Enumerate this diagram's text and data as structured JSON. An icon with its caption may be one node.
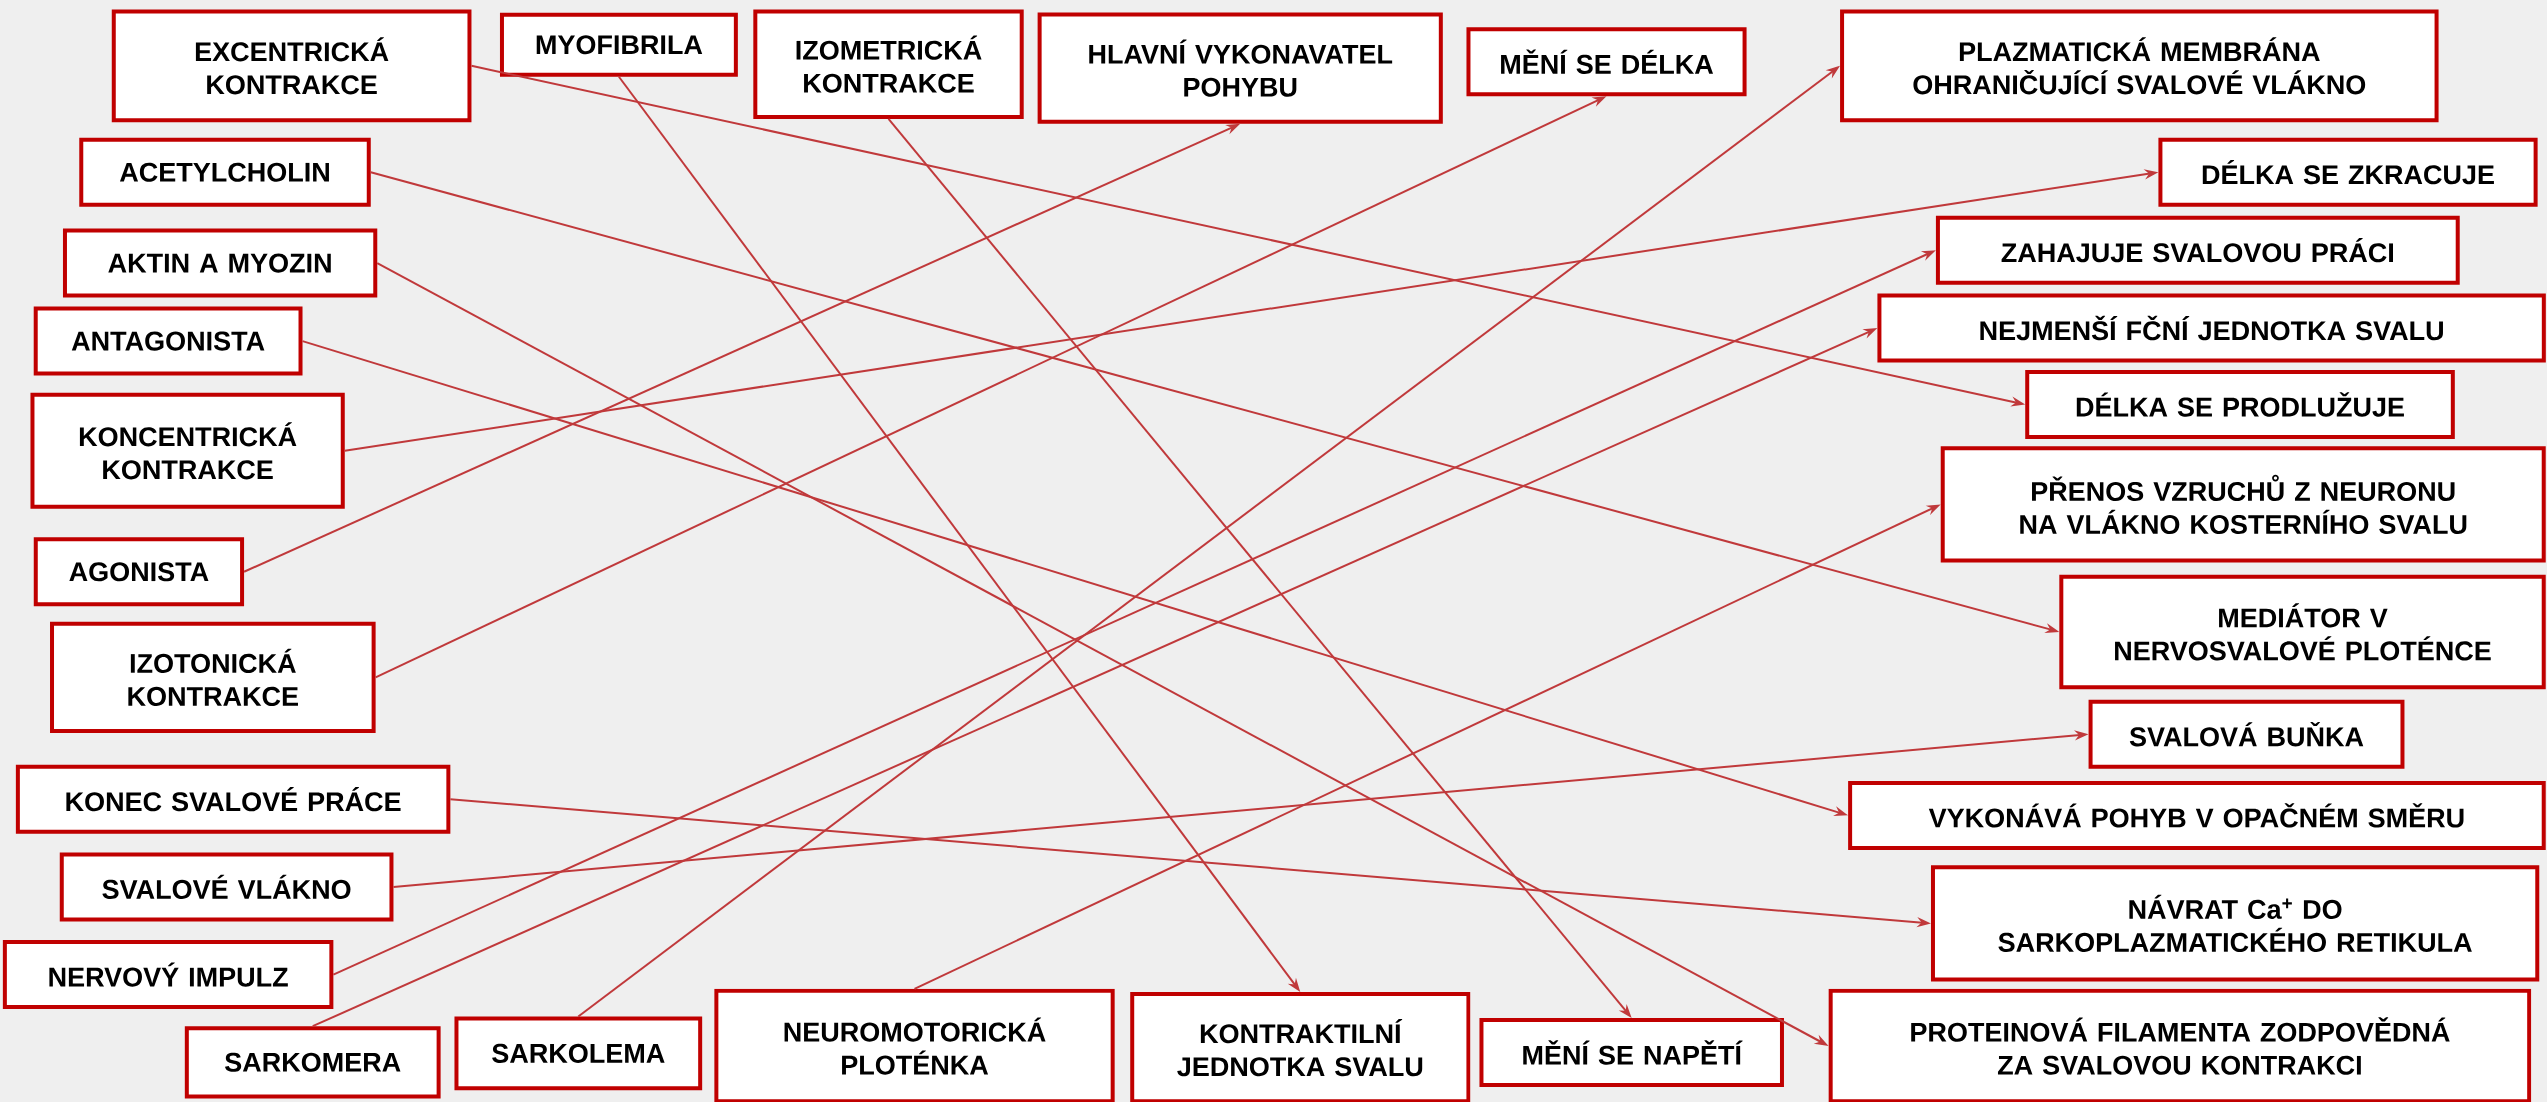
{
  "diagram": {
    "nodes": [
      {
        "text": [
          "EXCENTRICKÁ KONTRAKCE"
        ]
      },
      {
        "text": [
          "MYOFIBRILA"
        ]
      },
      {
        "text": [
          "IZOMETRICKÁ KONTRAKCE"
        ]
      },
      {
        "text": [
          "HLAVNÍ VYKONAVATEL POHYBU"
        ]
      },
      {
        "text": [
          "MĚNÍ SE DÉLKA"
        ]
      },
      {
        "text": [
          "PLAZMATICKÁ MEMBRÁNA OHRANIČUJÍCÍ SVALOVÉ VLÁKNO"
        ]
      },
      {
        "text": [
          "ACETYLCHOLIN"
        ]
      },
      {
        "text": [
          "DÉLKA SE ZKRACUJE"
        ]
      },
      {
        "text": [
          "AKTIN A MYOZIN"
        ]
      },
      {
        "text": [
          "ZAHAJUJE SVALOVOU PRÁCI"
        ]
      },
      {
        "text": [
          "ANTAGONISTA"
        ]
      },
      {
        "text": [
          "NEJMENŠÍ FČNÍ JEDNOTKA SVALU"
        ]
      },
      {
        "text": [
          "KONCENTRICKÁ KONTRAKCE"
        ]
      },
      {
        "text": [
          "DÉLKA SE PRODLUŽUJE"
        ]
      },
      {
        "text": [
          "PŘENOS VZRUCHŮ Z NEURONU NA VLÁKNO KOSTERNÍHO SVALU"
        ]
      },
      {
        "text": [
          "AGONISTA"
        ]
      },
      {
        "text": [
          "MEDIÁTOR V NERVOSVALOVÉ PLOTÉNCE"
        ]
      },
      {
        "text": [
          "IZOTONICKÁ KONTRAKCE"
        ]
      },
      {
        "text": [
          "SVALOVÁ BUŇKA"
        ]
      },
      {
        "text": [
          "KONEC SVALOVÉ PRÁCE"
        ]
      },
      {
        "text": [
          "VYKONÁVÁ POHYB V OPAČNÉM SMĚRU"
        ]
      },
      {
        "text": [
          "SVALOVÉ VLÁKNO"
        ]
      },
      {
        "text": [
          "NÁVRAT Ca$^{+}$ DO SARKOPLAZMATICKÉHO RETIKULA"
        ]
      },
      {
        "text": [
          "NERVOVÝ IMPULZ"
        ]
      },
      {
        "text": [
          "SARKOMERA"
        ]
      },
      {
        "text": [
          "SARKOLEMA"
        ]
      },
      {
        "text": [
          "NEUROMOTORICKÁ PLOTÉNKA"
        ]
      },
      {
        "text": [
          "KONTRAKTILNÍ JEDNOTKA SVALU"
        ]
      },
      {
        "text": [
          "MĚNÍ SE NAPĚTÍ"
        ]
      },
      {
        "text": [
          "PROTEINOVÁ FILAMENTA ZODPOVĚDNÁ ZA SVALOVOU KONTRAKCI"
        ]
      }
    ],
    "edges": [
      {
        "from": 0,
        "to": 13,
        "arrow": "to"
      },
      {
        "from": 1,
        "to": 27,
        "arrow": "to"
      },
      {
        "from": 2,
        "to": 28,
        "arrow": "to"
      },
      {
        "from": 6,
        "to": 16,
        "arrow": "to"
      },
      {
        "from": 8,
        "to": 29,
        "arrow": "to"
      },
      {
        "from": 10,
        "to": 20,
        "arrow": "to"
      },
      {
        "from": 12,
        "to": 7,
        "arrow": "to"
      },
      {
        "from": 15,
        "to": 3,
        "arrow": "to"
      },
      {
        "from": 17,
        "to": 4,
        "arrow": "to"
      },
      {
        "from": 19,
        "to": 22,
        "arrow": "to"
      },
      {
        "from": 21,
        "to": 18,
        "arrow": "to"
      },
      {
        "from": 23,
        "to": 9,
        "arrow": "to"
      },
      {
        "from": 24,
        "to": 11,
        "arrow": "to"
      },
      {
        "from": 25,
        "to": 5,
        "arrow": "to"
      },
      {
        "from": 26,
        "to": 14,
        "arrow": "to"
      }
    ]
  }
}
